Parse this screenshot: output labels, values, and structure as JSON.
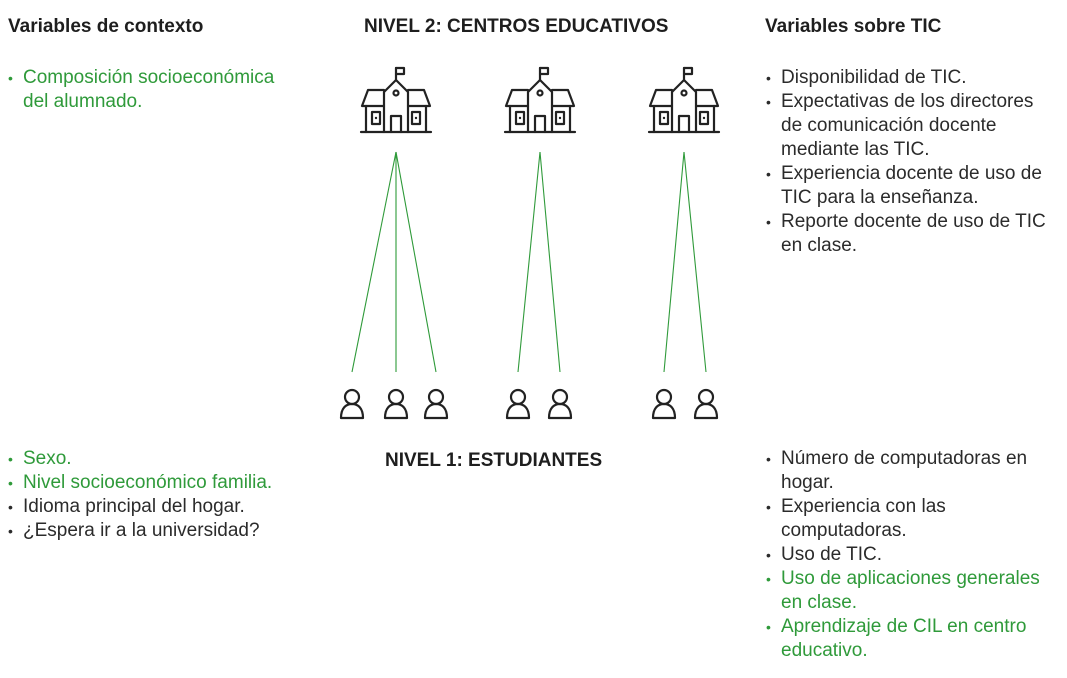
{
  "colors": {
    "accent_green": "#2f9a3a",
    "text_dark": "#2b2b2b"
  },
  "headings": {
    "left": "Variables de contexto",
    "center_top": "NIVEL 2: CENTROS EDUCATIVOS",
    "right": "Variables sobre TIC",
    "center_bottom": "NIVEL 1: ESTUDIANTES"
  },
  "level2": {
    "context": [
      {
        "text": "Composición socioeconómica del alumnado.",
        "color": "green"
      }
    ],
    "tic": [
      {
        "text": "Disponibilidad de TIC.",
        "color": "dark"
      },
      {
        "text": "Expectativas de los directores de comunicación docente mediante las TIC.",
        "color": "dark"
      },
      {
        "text": "Experiencia docente de uso de TIC para la enseñanza.",
        "color": "dark"
      },
      {
        "text": "Reporte docente de uso de TIC en clase.",
        "color": "dark"
      }
    ]
  },
  "level1": {
    "context": [
      {
        "text": "Sexo.",
        "color": "green"
      },
      {
        "text": "Nivel socioeconómico familia.",
        "color": "green"
      },
      {
        "text": "Idioma principal del hogar.",
        "color": "dark"
      },
      {
        "text": "¿Espera ir a la universidad?",
        "color": "dark"
      }
    ],
    "tic": [
      {
        "text": "Número de computadoras en hogar.",
        "color": "dark"
      },
      {
        "text": "Experiencia con las computadoras.",
        "color": "dark"
      },
      {
        "text": "Uso de TIC.",
        "color": "dark"
      },
      {
        "text": "Uso de aplicaciones generales en clase.",
        "color": "green"
      },
      {
        "text": "Aprendizaje de CIL en centro educativo.",
        "color": "green"
      }
    ]
  },
  "schools": [
    {
      "icon": "school-building-icon",
      "students": 3
    },
    {
      "icon": "school-building-icon",
      "students": 2
    },
    {
      "icon": "school-building-icon",
      "students": 2
    }
  ]
}
